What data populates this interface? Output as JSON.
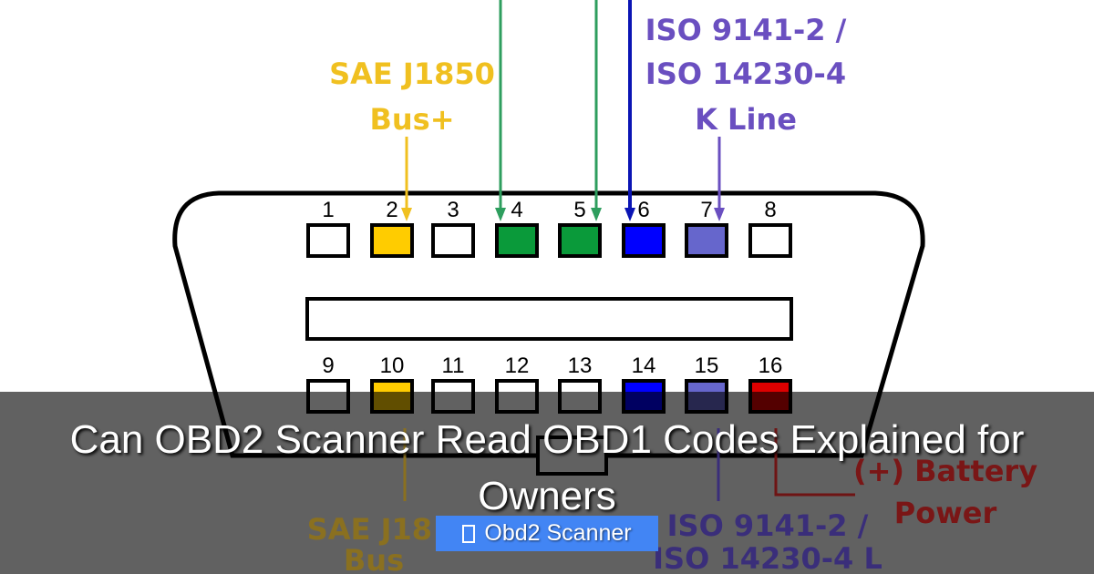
{
  "diagram": {
    "labels": {
      "sae_top": [
        "SAE J1850",
        "Bus+"
      ],
      "iso_top": [
        "ISO 9141-2 /",
        "ISO 14230-4",
        "K Line"
      ],
      "sae_bottom": [
        "SAE J18",
        "Bus"
      ],
      "iso_bottom": [
        "ISO 9141-2 /",
        "ISO 14230-4 L"
      ],
      "battery": [
        "(+) Battery",
        "Power"
      ]
    },
    "top_pins": [
      {
        "n": "1",
        "color": "#ffffff"
      },
      {
        "n": "2",
        "color": "#ffcc00"
      },
      {
        "n": "3",
        "color": "#ffffff"
      },
      {
        "n": "4",
        "color": "#0a9a3a"
      },
      {
        "n": "5",
        "color": "#0a9a3a"
      },
      {
        "n": "6",
        "color": "#0000ff"
      },
      {
        "n": "7",
        "color": "#6666cc"
      },
      {
        "n": "8",
        "color": "#ffffff"
      }
    ],
    "bottom_pins": [
      {
        "n": "9",
        "color": "#ffffff"
      },
      {
        "n": "10",
        "color": "#ffcc00"
      },
      {
        "n": "11",
        "color": "#ffffff"
      },
      {
        "n": "12",
        "color": "#ffffff"
      },
      {
        "n": "13",
        "color": "#ffffff"
      },
      {
        "n": "14",
        "color": "#0000ff"
      },
      {
        "n": "15",
        "color": "#6666cc"
      },
      {
        "n": "16",
        "color": "#dd0000"
      }
    ],
    "colors": {
      "sae": "#f0c020",
      "iso": "#6a4fc0",
      "can": "#2e9e5e",
      "blue": "#0a14b4",
      "battery": "#a01818"
    }
  },
  "post": {
    "title": "Can OBD2 Scanner Read OBD1 Codes Explained for Owners",
    "category": "Obd2 Scanner",
    "category_icon": "folder-icon",
    "badge_color": "#4285f4"
  }
}
